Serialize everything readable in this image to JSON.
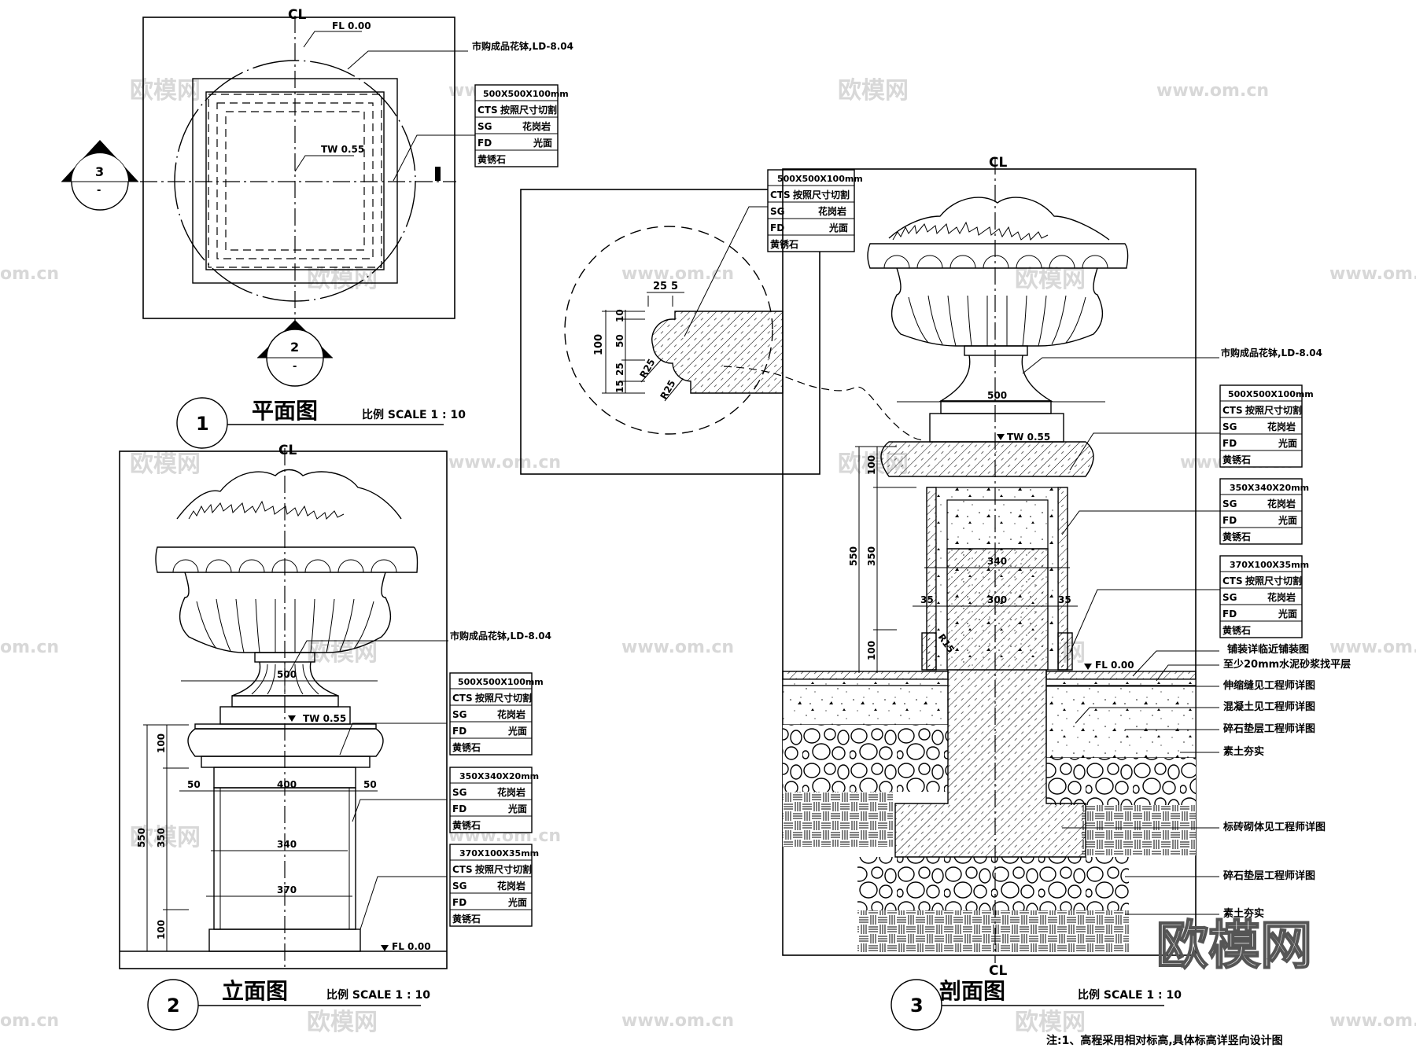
{
  "watermarks": {
    "site_cn": "欧模网",
    "site_url": "www.om.cn",
    "site_short": "om.cn"
  },
  "common": {
    "centerline_symbol": "CL",
    "fl": "FL 0.00",
    "tw": "TW 0.55",
    "product_callout": "市购成品花钵,LD-8.04",
    "scale": "比例 SCALE 1 : 10"
  },
  "material_tables": {
    "coping": {
      "size": "500X500X100mm",
      "rows": [
        {
          "code": "CTS",
          "value": "按照尺寸切割"
        },
        {
          "code": "SG",
          "value": "花岗岩"
        },
        {
          "code": "FD",
          "value": "光面"
        },
        {
          "code": "黄锈石",
          "value": ""
        }
      ]
    },
    "cladding": {
      "size": "350X340X20mm",
      "rows": [
        {
          "code": "SG",
          "value": "花岗岩"
        },
        {
          "code": "FD",
          "value": "光面"
        },
        {
          "code": "黄锈石",
          "value": ""
        }
      ]
    },
    "base": {
      "size": "370X100X35mm",
      "rows": [
        {
          "code": "CTS",
          "value": "按照尺寸切割"
        },
        {
          "code": "SG",
          "value": "花岗岩"
        },
        {
          "code": "FD",
          "value": "光面"
        },
        {
          "code": "黄锈石",
          "value": ""
        }
      ]
    }
  },
  "view1": {
    "number": "1",
    "title": "平面图",
    "section_marks": [
      {
        "num": "3",
        "sub": "-"
      },
      {
        "num": "2",
        "sub": "-"
      }
    ]
  },
  "view2": {
    "number": "2",
    "title": "立面图",
    "dims": {
      "top_width": "500",
      "cap_width": "400",
      "left_offset": "50",
      "right_offset": "50",
      "shaft_width": "340",
      "base_width": "370",
      "total_height": "550",
      "cap_height": "100",
      "shaft_height": "350",
      "base_height": "100"
    }
  },
  "detail": {
    "dims": {
      "top_a": "25",
      "top_b": "5",
      "total": "100",
      "v1": "10",
      "v2": "50",
      "v3": "25",
      "v4": "15",
      "r1": "R25",
      "r2": "R25"
    }
  },
  "view3": {
    "number": "3",
    "title": "剖面图",
    "dims": {
      "top_width": "500",
      "inner_width": "340",
      "core_width": "300",
      "left_clad": "35",
      "right_clad": "35",
      "radius": "R15",
      "total_height": "550",
      "cap_height": "100",
      "shaft_height": "350",
      "base_height": "100"
    },
    "layer_notes": [
      "铺装详临近铺装图",
      "至少20mm水泥砂浆找平层",
      "伸缩缝见工程师详图",
      "混凝土见工程师详图",
      "碎石垫层工程师详图",
      "素土夯实",
      "标砖砌体见工程师详图",
      "碎石垫层工程师详图",
      "素土夯实"
    ]
  },
  "footnote": "注:1、高程采用相对标高,具体标高详竖向设计图"
}
